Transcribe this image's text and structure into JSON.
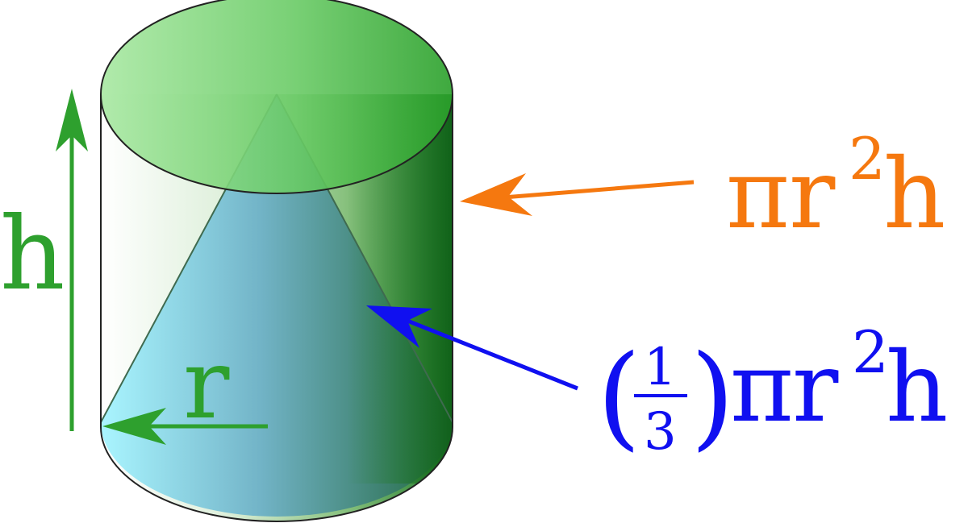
{
  "colors": {
    "height_arrow": "#2ea02e",
    "radius_arrow": "#2ea02e",
    "cylinder_formula": "#f5780f",
    "cone_formula": "#1010f0",
    "cylinder_top_light": "#a4e6a0",
    "cylinder_top_dark": "#2ca02c",
    "cone_light": "#9fe0ff",
    "cone_dark": "#3a7a6a"
  },
  "labels": {
    "height": "h",
    "radius": "r"
  },
  "cylinder_formula": {
    "pi": "π",
    "r": "r",
    "exponent": "2",
    "h": "h"
  },
  "cone_formula": {
    "open_paren": "(",
    "numerator": "1",
    "denominator": "3",
    "close_paren": ")",
    "pi": "π",
    "r": "r",
    "exponent": "2",
    "h": "h"
  }
}
